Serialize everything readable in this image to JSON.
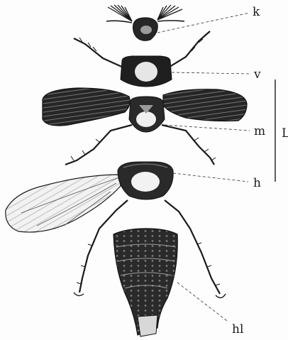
{
  "labels": {
    "k": "k",
    "v": "v",
    "m": "m",
    "L": "L",
    "h": "h",
    "hl": "hl"
  },
  "colors": {
    "ink": "#1a1a1a",
    "dark": "#262626",
    "mid": "#6a6a6a",
    "paper": "#fdfdfd"
  }
}
